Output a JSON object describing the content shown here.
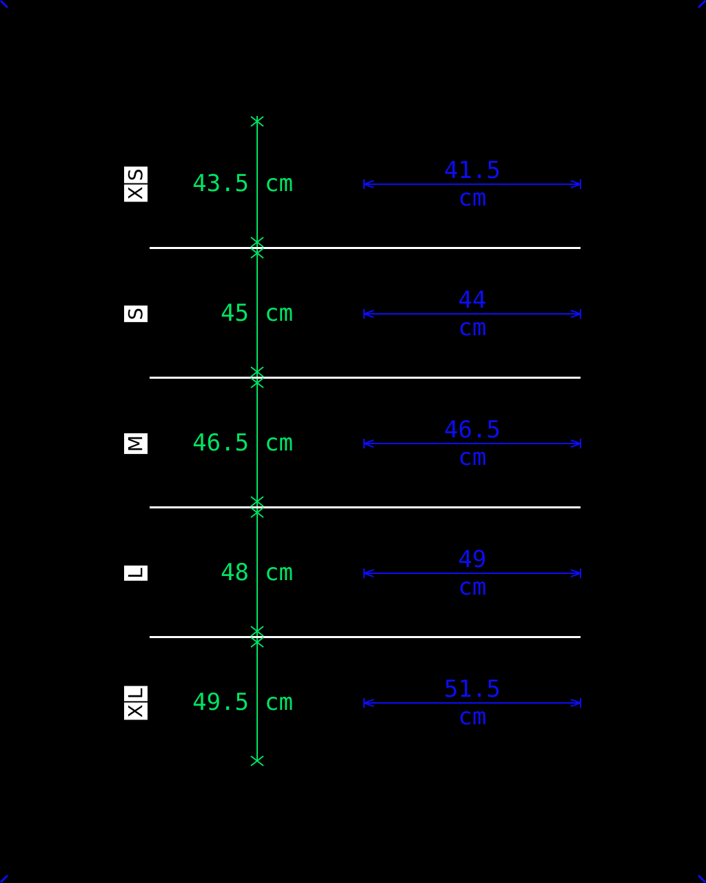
{
  "drawing_type": "garment-size-chart-technical-drawing",
  "unit": "cm",
  "colors": {
    "background": "#000000",
    "dimension_green": "#00e464",
    "dimension_blue": "#0d0df5",
    "separator_white": "#ffffff",
    "label_bg": "#ffffff",
    "label_text": "#000000"
  },
  "sections": [
    {
      "size": "XS",
      "size_chars": [
        "X",
        "S"
      ],
      "length_value": "43.5",
      "length_unit": "cm",
      "width_value": "41.5",
      "width_unit": "cm"
    },
    {
      "size": "S",
      "size_chars": [
        "S"
      ],
      "length_value": "45",
      "length_unit": "cm",
      "width_value": "44",
      "width_unit": "cm"
    },
    {
      "size": "M",
      "size_chars": [
        "M"
      ],
      "length_value": "46.5",
      "length_unit": "cm",
      "width_value": "46.5",
      "width_unit": "cm"
    },
    {
      "size": "L",
      "size_chars": [
        "L"
      ],
      "length_value": "48",
      "length_unit": "cm",
      "width_value": "49",
      "width_unit": "cm"
    },
    {
      "size": "XL",
      "size_chars": [
        "X",
        "L"
      ],
      "length_value": "49.5",
      "length_unit": "cm",
      "width_value": "51.5",
      "width_unit": "cm"
    }
  ]
}
